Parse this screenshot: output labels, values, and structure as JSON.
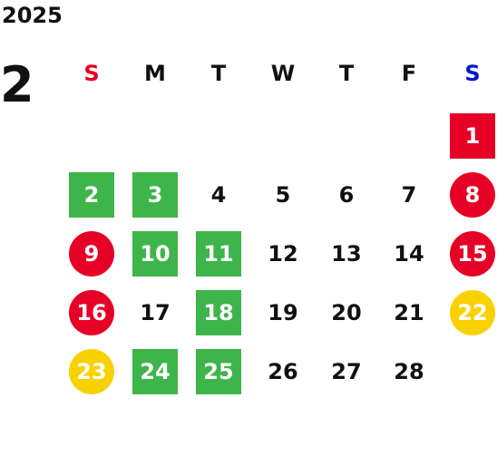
{
  "calendar": {
    "year": "2025",
    "month": "2",
    "colors": {
      "sunday_header": "#e60026",
      "saturday_header": "#0018cc",
      "green": "#3db54a",
      "red": "#e60026",
      "yellow": "#f9d100"
    },
    "weekdays": [
      {
        "label": "S",
        "color": "#e60026"
      },
      {
        "label": "M",
        "color": "#111111"
      },
      {
        "label": "T",
        "color": "#111111"
      },
      {
        "label": "W",
        "color": "#111111"
      },
      {
        "label": "T",
        "color": "#111111"
      },
      {
        "label": "F",
        "color": "#111111"
      },
      {
        "label": "S",
        "color": "#0018cc"
      }
    ],
    "days": [
      {
        "label": "1",
        "col": 6,
        "row": 0,
        "style": "red-box"
      },
      {
        "label": "2",
        "col": 0,
        "row": 1,
        "style": "green-box"
      },
      {
        "label": "3",
        "col": 1,
        "row": 1,
        "style": "green-box"
      },
      {
        "label": "4",
        "col": 2,
        "row": 1,
        "style": "plain"
      },
      {
        "label": "5",
        "col": 3,
        "row": 1,
        "style": "plain"
      },
      {
        "label": "6",
        "col": 4,
        "row": 1,
        "style": "plain"
      },
      {
        "label": "7",
        "col": 5,
        "row": 1,
        "style": "plain"
      },
      {
        "label": "8",
        "col": 6,
        "row": 1,
        "style": "red-circle"
      },
      {
        "label": "9",
        "col": 0,
        "row": 2,
        "style": "red-circle"
      },
      {
        "label": "10",
        "col": 1,
        "row": 2,
        "style": "green-box"
      },
      {
        "label": "11",
        "col": 2,
        "row": 2,
        "style": "green-box"
      },
      {
        "label": "12",
        "col": 3,
        "row": 2,
        "style": "plain"
      },
      {
        "label": "13",
        "col": 4,
        "row": 2,
        "style": "plain"
      },
      {
        "label": "14",
        "col": 5,
        "row": 2,
        "style": "plain"
      },
      {
        "label": "15",
        "col": 6,
        "row": 2,
        "style": "red-circle"
      },
      {
        "label": "16",
        "col": 0,
        "row": 3,
        "style": "red-circle"
      },
      {
        "label": "17",
        "col": 1,
        "row": 3,
        "style": "plain"
      },
      {
        "label": "18",
        "col": 2,
        "row": 3,
        "style": "green-box"
      },
      {
        "label": "19",
        "col": 3,
        "row": 3,
        "style": "plain"
      },
      {
        "label": "20",
        "col": 4,
        "row": 3,
        "style": "plain"
      },
      {
        "label": "21",
        "col": 5,
        "row": 3,
        "style": "plain"
      },
      {
        "label": "22",
        "col": 6,
        "row": 3,
        "style": "yellow-circle"
      },
      {
        "label": "23",
        "col": 0,
        "row": 4,
        "style": "yellow-circle"
      },
      {
        "label": "24",
        "col": 1,
        "row": 4,
        "style": "green-box"
      },
      {
        "label": "25",
        "col": 2,
        "row": 4,
        "style": "green-box"
      },
      {
        "label": "26",
        "col": 3,
        "row": 4,
        "style": "plain"
      },
      {
        "label": "27",
        "col": 4,
        "row": 4,
        "style": "plain"
      },
      {
        "label": "28",
        "col": 5,
        "row": 4,
        "style": "plain"
      }
    ]
  }
}
